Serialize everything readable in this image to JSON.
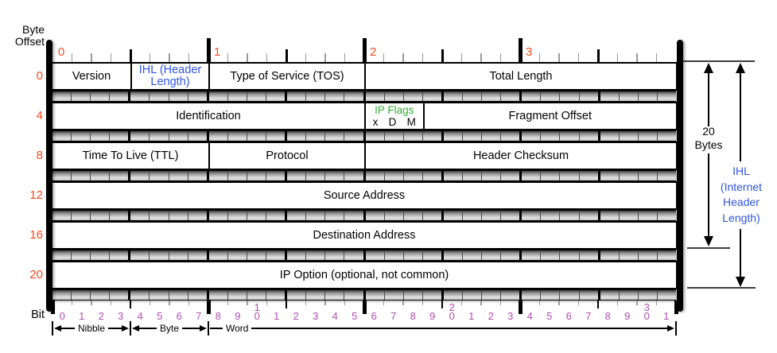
{
  "colors": {
    "offset": "#f8491c",
    "bit": "#b04fb0",
    "flags_green": "#2fae2f",
    "ihl_blue": "#2e56e0"
  },
  "labels": {
    "byte_offset": "Byte\nOffset",
    "bit": "Bit"
  },
  "top_ruler": {
    "byte_labels": [
      "0",
      "1",
      "2",
      "3"
    ]
  },
  "rows": [
    {
      "offset": "0",
      "fields": [
        {
          "name": "version",
          "label": "Version",
          "bits": 4
        },
        {
          "name": "ihl",
          "label": "IHL (Header Length)",
          "bits": 4,
          "color": "#2e56e0"
        },
        {
          "name": "tos",
          "label": "Type of Service (TOS)",
          "bits": 8
        },
        {
          "name": "total-length",
          "label": "Total Length",
          "bits": 16
        }
      ]
    },
    {
      "offset": "4",
      "fields": [
        {
          "name": "identification",
          "label": "Identification",
          "bits": 16
        },
        {
          "name": "ip-flags",
          "label": "IP Flags",
          "bits": 3,
          "color": "#2fae2f",
          "sub_labels": [
            "x",
            "D",
            "M"
          ]
        },
        {
          "name": "fragment-offset",
          "label": "Fragment Offset",
          "bits": 13
        }
      ]
    },
    {
      "offset": "8",
      "fields": [
        {
          "name": "ttl",
          "label": "Time To Live (TTL)",
          "bits": 8
        },
        {
          "name": "protocol",
          "label": "Protocol",
          "bits": 8
        },
        {
          "name": "header-checksum",
          "label": "Header Checksum",
          "bits": 16
        }
      ]
    },
    {
      "offset": "12",
      "fields": [
        {
          "name": "source-address",
          "label": "Source Address",
          "bits": 32
        }
      ]
    },
    {
      "offset": "16",
      "fields": [
        {
          "name": "destination-address",
          "label": "Destination Address",
          "bits": 32
        }
      ]
    },
    {
      "offset": "20",
      "fields": [
        {
          "name": "ip-option",
          "label": "IP Option (optional, not common)",
          "bits": 32
        }
      ]
    }
  ],
  "bottom_ruler": {
    "bit_numbers": [
      "0",
      "1",
      "2",
      "3",
      "4",
      "5",
      "6",
      "7",
      "8",
      "9",
      "1\n0",
      "1",
      "2",
      "3",
      "4",
      "5",
      "6",
      "7",
      "8",
      "9",
      "2\n0",
      "1",
      "2",
      "3",
      "4",
      "5",
      "6",
      "7",
      "8",
      "9",
      "3\n0",
      "1"
    ]
  },
  "groups": [
    {
      "name": "nibble",
      "label": "Nibble",
      "from": 0,
      "to": 4,
      "arrows": "both"
    },
    {
      "name": "byte",
      "label": "Byte",
      "from": 4,
      "to": 8,
      "arrows": "both"
    },
    {
      "name": "word",
      "label": "Word",
      "from": 8,
      "to": 32,
      "arrows": "right"
    }
  ],
  "annotations": {
    "twenty_bytes": "20\nBytes",
    "ihl_right": "IHL\n(Internet\nHeader\nLength)"
  }
}
